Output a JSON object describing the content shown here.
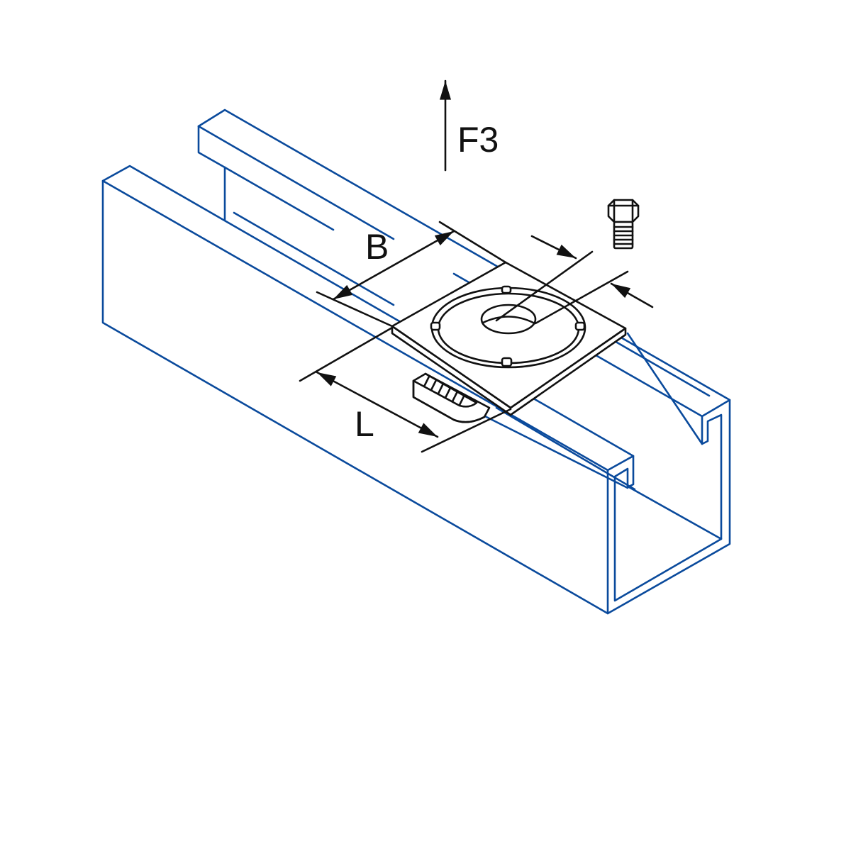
{
  "diagram": {
    "force_label": "F3",
    "width_label": "B",
    "length_label": "L",
    "colors": {
      "channel": "#0a4a9c",
      "hardware": "#111111"
    }
  }
}
